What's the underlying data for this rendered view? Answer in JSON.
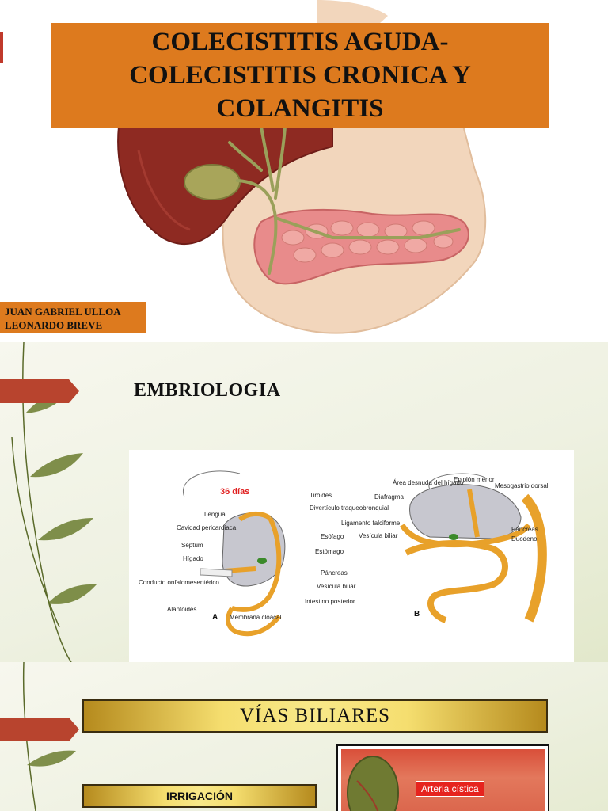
{
  "slide1": {
    "title_line1": "COLECISTITIS AGUDA-",
    "title_line2": "COLECISTITIS CRONICA Y",
    "title_line3": "COLANGITIS",
    "author1": "JUAN GABRIEL ULLOA",
    "author2": "LEONARDO BREVE"
  },
  "slide2": {
    "heading": "EMBRIOLOGIA",
    "figure": {
      "days": "36 días",
      "label_a": "A",
      "label_b": "B",
      "left_labels": [
        "Lengua",
        "Cavidad pericardiaca",
        "Septum",
        "Hígado",
        "Conducto onfalomesentérico",
        "Alantoides"
      ],
      "mid_labels": [
        "Tiroides",
        "Divertículo traqueobronquial",
        "Esófago",
        "Estómago",
        "Páncreas",
        "Vesícula biliar",
        "Intestino posterior",
        "Membrana cloacal"
      ],
      "right_labels": [
        "Área desnuda del hígado",
        "Epiplón menor",
        "Mesogastrio dorsal",
        "Diafragma",
        "Ligamento falciforme",
        "Vesícula biliar",
        "Páncreas",
        "Duodeno"
      ]
    }
  },
  "slide3": {
    "heading": "VÍAS BILIARES",
    "subheading": "IRRIGACIÓN",
    "photo_label": "Arteria cística"
  },
  "colors": {
    "orange_box": "#dd7a1e",
    "arrow_red": "#b8442e",
    "gold": "#f5de6f"
  }
}
